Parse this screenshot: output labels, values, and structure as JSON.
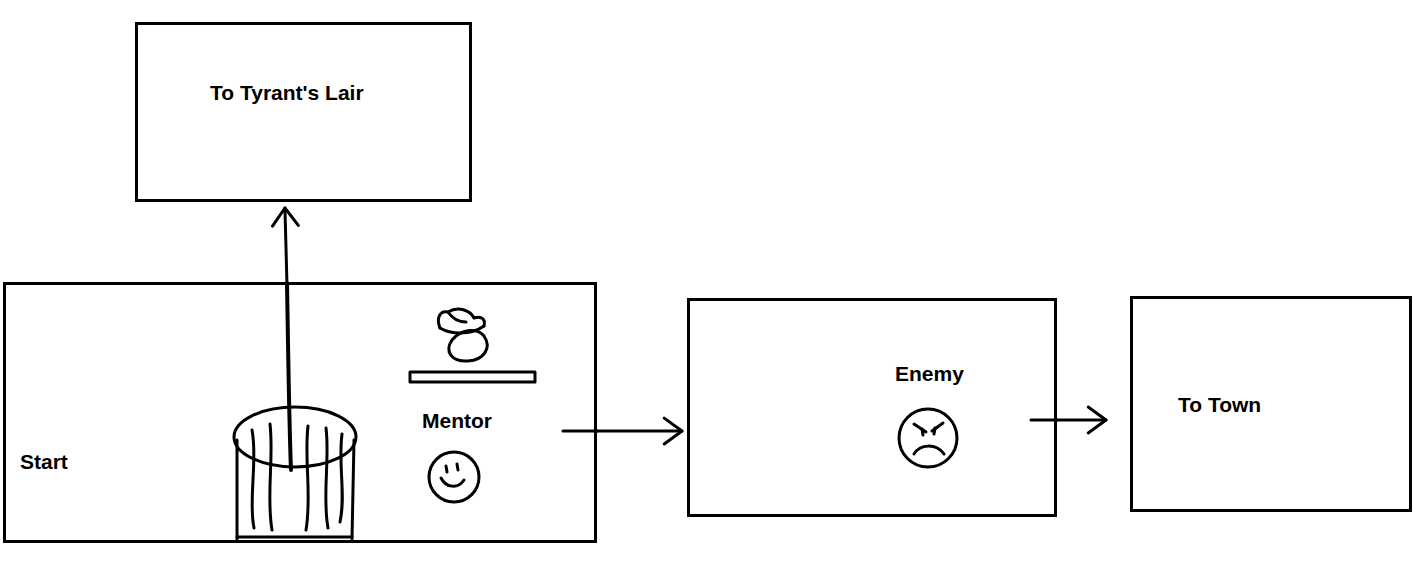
{
  "diagram": {
    "nodes": [
      {
        "text": [
          "To Tyrant's Lair"
        ]
      },
      {
        "text": [
          "Start",
          "Mentor"
        ]
      },
      {
        "text": [
          "Enemy"
        ]
      },
      {
        "text": [
          "To Town"
        ]
      }
    ],
    "edges": [
      {
        "from": 1,
        "to": 0,
        "arrow": "to"
      },
      {
        "from": 1,
        "to": 2,
        "arrow": "to"
      },
      {
        "from": 2,
        "to": 3,
        "arrow": "to"
      }
    ]
  }
}
